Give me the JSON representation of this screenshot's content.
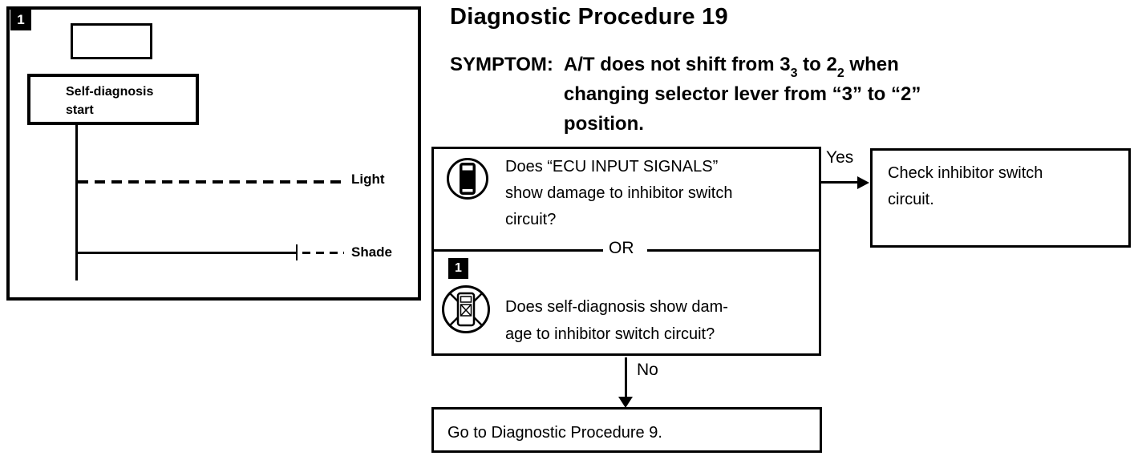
{
  "header": {
    "title": "Diagnostic Procedure 19",
    "symptom_label": "SYMPTOM:",
    "symptom_line1_pre": "A/T does not shift from 3",
    "symptom_sub1": "3",
    "symptom_line1_mid": " to 2",
    "symptom_sub2": "2",
    "symptom_line1_post": " when",
    "symptom_line2": "changing selector lever from “3” to “2”",
    "symptom_line3": "position."
  },
  "timing_figure": {
    "marker": "1",
    "start_box_line1": "Self-diagnosis",
    "start_box_line2": "start",
    "light_label": "Light",
    "shade_label": "Shade"
  },
  "flowchart": {
    "or_label": "OR",
    "question1": {
      "icon": "consult-tool-icon",
      "lines": {
        "0": "Does “ECU INPUT SIGNALS”",
        "1": "show damage to inhibitor switch",
        "2": "circuit?"
      }
    },
    "question2": {
      "marker": "1",
      "icon": "no-consult-tool-icon",
      "lines": {
        "0": "Does self-diagnosis show dam-",
        "1": "age to inhibitor switch circuit?"
      }
    },
    "yes_label": "Yes",
    "no_label": "No",
    "yes_result": {
      "lines": {
        "0": "Check inhibitor switch",
        "1": "circuit."
      }
    },
    "no_result": {
      "text": "Go to Diagnostic Procedure 9."
    }
  },
  "colors": {
    "ink": "#000000",
    "paper": "#ffffff"
  }
}
